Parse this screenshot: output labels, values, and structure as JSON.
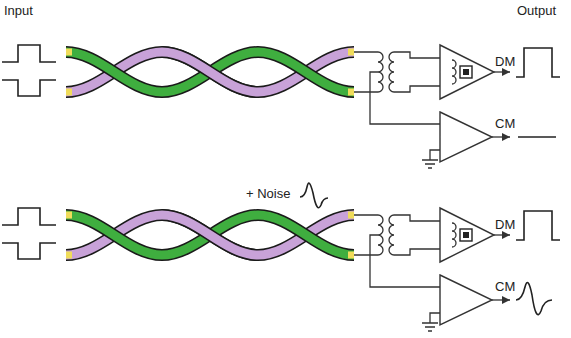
{
  "diagram": {
    "labels": [
      "Input",
      "Output",
      "DM",
      "CM",
      "+ Noise",
      "DM",
      "CM"
    ]
  }
}
